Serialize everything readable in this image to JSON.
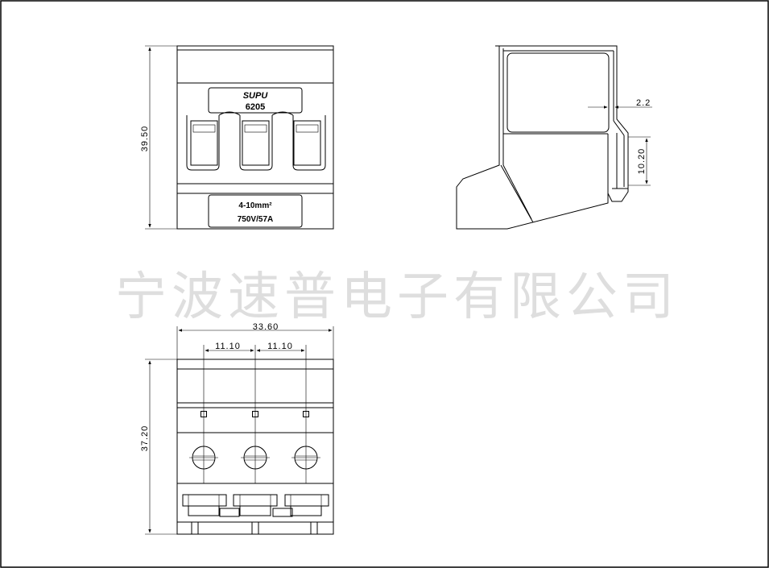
{
  "front_view": {
    "logo_text": "SUPU",
    "model": "6205",
    "spec_line1": "4-10mm²",
    "spec_line2": "750V/57A",
    "height_dim": "39.50"
  },
  "side_view": {
    "dim_top": "2.2",
    "dim_height": "10.20"
  },
  "bottom_view": {
    "width_dim": "33.60",
    "pitch_left": "11.10",
    "pitch_right": "11.10",
    "height_dim": "37.20"
  },
  "watermark": "宁波速普电子有限公司"
}
